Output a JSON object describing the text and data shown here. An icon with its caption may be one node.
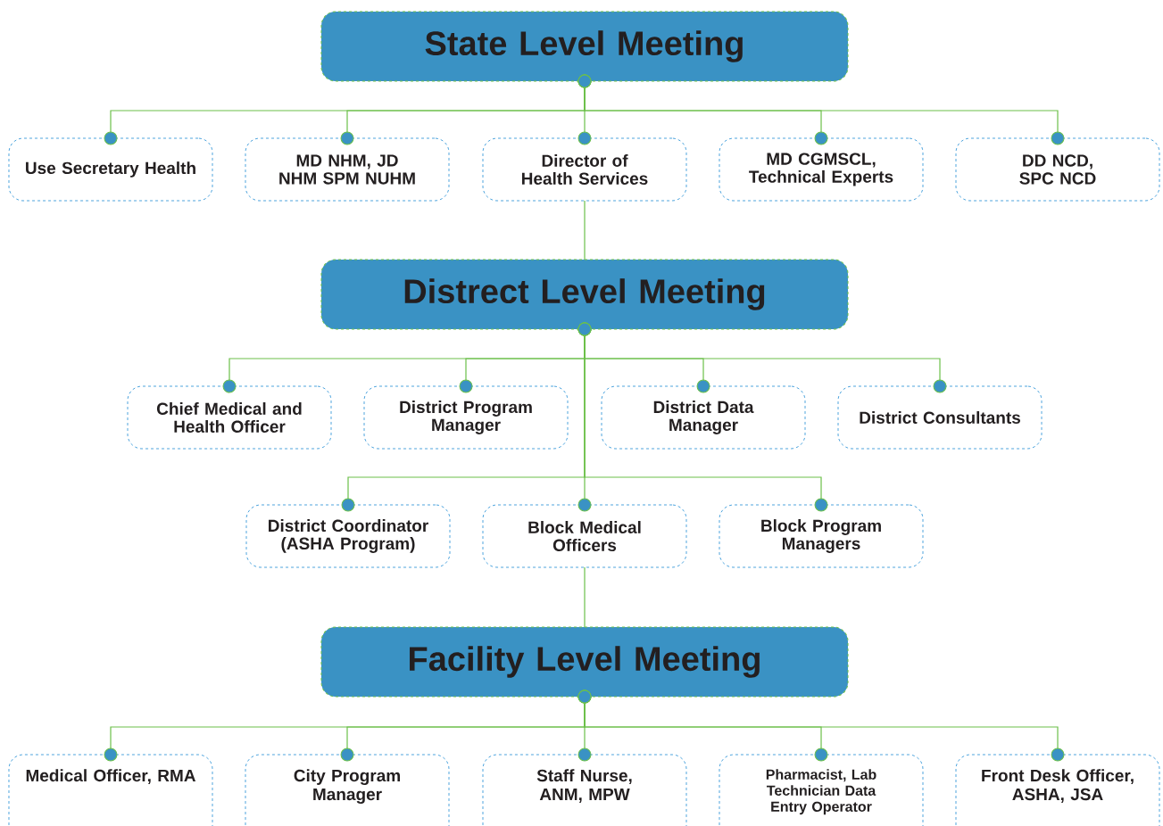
{
  "diagram": {
    "nodes": [
      {
        "text": [
          "State Level Meeting"
        ]
      },
      {
        "text": [
          "Use Secretary Health"
        ]
      },
      {
        "text": [
          "MD NHM, JD NHM SPM NUHM"
        ]
      },
      {
        "text": [
          "Director of Health Services"
        ]
      },
      {
        "text": [
          "MD CGMSCL, Technical Experts"
        ]
      },
      {
        "text": [
          "DD NCD, SPC NCD"
        ]
      },
      {
        "text": [
          "Distrect Level Meeting"
        ]
      },
      {
        "text": [
          "Chief Medical and Health Officer"
        ]
      },
      {
        "text": [
          "District Program Manager"
        ]
      },
      {
        "text": [
          "District Data Manager"
        ]
      },
      {
        "text": [
          "District Consultants"
        ]
      },
      {
        "text": [
          "District Coordinator (ASHA Program)"
        ]
      },
      {
        "text": [
          "Block Medical Officers"
        ]
      },
      {
        "text": [
          "Block Program Managers"
        ]
      },
      {
        "text": [
          "Facility Level Meeting"
        ]
      },
      {
        "text": [
          "Medical Officer, RMA"
        ]
      },
      {
        "text": [
          "City Program Manager"
        ]
      },
      {
        "text": [
          "Staff Nurse, ANM, MPW"
        ]
      },
      {
        "text": [
          "Pharmacist, Lab Technician Data Entry Operator"
        ]
      },
      {
        "text": [
          "Front Desk Officer, ASHA, JSA"
        ]
      }
    ],
    "edges": [
      {
        "from": 0,
        "to": 1,
        "arrow": "other"
      },
      {
        "from": 0,
        "to": 2,
        "arrow": "other"
      },
      {
        "from": 0,
        "to": 3,
        "arrow": "other"
      },
      {
        "from": 0,
        "to": 4,
        "arrow": "other"
      },
      {
        "from": 0,
        "to": 5,
        "arrow": "other"
      },
      {
        "from": 3,
        "to": 6,
        "arrow": "none"
      },
      {
        "from": 6,
        "to": 7,
        "arrow": "other"
      },
      {
        "from": 6,
        "to": 8,
        "arrow": "other"
      },
      {
        "from": 6,
        "to": 9,
        "arrow": "other"
      },
      {
        "from": 6,
        "to": 10,
        "arrow": "other"
      },
      {
        "from": 6,
        "to": 11,
        "arrow": "other"
      },
      {
        "from": 6,
        "to": 12,
        "arrow": "other"
      },
      {
        "from": 6,
        "to": 13,
        "arrow": "other"
      },
      {
        "from": 12,
        "to": 14,
        "arrow": "none"
      },
      {
        "from": 14,
        "to": 15,
        "arrow": "other"
      },
      {
        "from": 14,
        "to": 16,
        "arrow": "other"
      },
      {
        "from": 14,
        "to": 17,
        "arrow": "other"
      },
      {
        "from": 14,
        "to": 18,
        "arrow": "other"
      },
      {
        "from": 14,
        "to": 19,
        "arrow": "other"
      }
    ]
  }
}
